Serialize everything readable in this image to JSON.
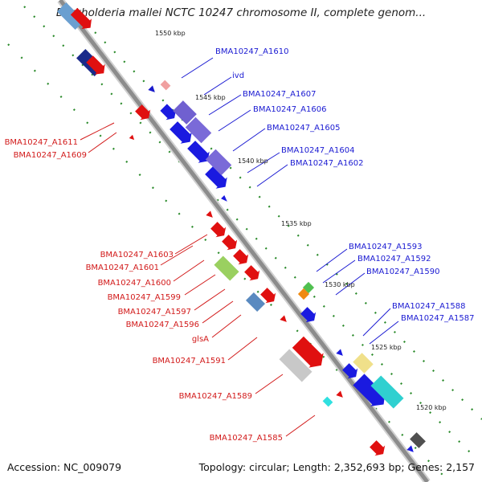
{
  "title": "Burkholderia mallei NCTC 10247 chromosome II, complete genom...",
  "footer": {
    "accession": "Accession: NC_009079",
    "topology": "Topology: circular; Length: 2,352,693 bp; Genes: 2,157"
  },
  "colors": {
    "backbone": "#8c8c8c",
    "tick": "#2a8a2a",
    "forward_label": "#1a1ad2",
    "reverse_label": "#d21a1a"
  },
  "scale_labels": [
    "1550 kbp",
    "1545 kbp",
    "1540 kbp",
    "1535 kbp",
    "1530 kbp",
    "1525 kbp",
    "1520 kbp"
  ],
  "forward_genes": [
    "BMA10247_A1610",
    "ivd",
    "BMA10247_A1607",
    "BMA10247_A1606",
    "BMA10247_A1605",
    "BMA10247_A1604",
    "BMA10247_A1602",
    "BMA10247_A1593",
    "BMA10247_A1592",
    "BMA10247_A1590",
    "BMA10247_A1588",
    "BMA10247_A1587"
  ],
  "reverse_genes": [
    "BMA10247_A1611",
    "BMA10247_A1609",
    "BMA10247_A1603",
    "BMA10247_A1601",
    "BMA10247_A1600",
    "BMA10247_A1599",
    "BMA10247_A1597",
    "BMA10247_A1596",
    "glsA",
    "BMA10247_A1591",
    "BMA10247_A1589",
    "BMA10247_A1585"
  ]
}
